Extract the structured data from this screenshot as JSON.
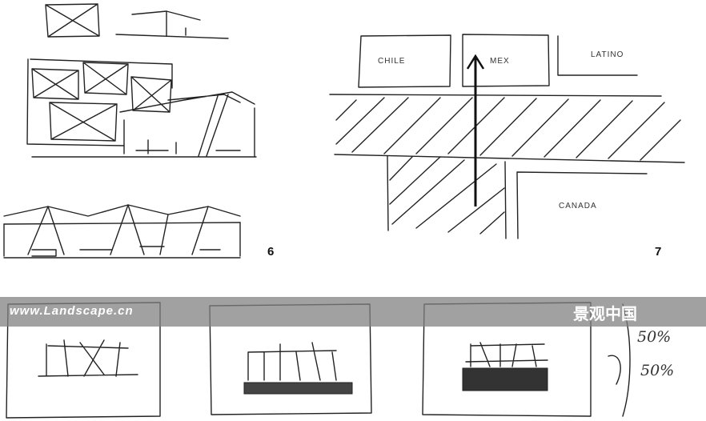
{
  "figures": [
    {
      "number": "6"
    },
    {
      "number": "7",
      "labels": [
        "CHILE",
        "MEX",
        "LATINO",
        "CANADA"
      ]
    }
  ],
  "watermark": {
    "left": "www.Landscape.cn",
    "right": "景观中国"
  },
  "annotations": {
    "upper_pct": "50%",
    "lower_pct": "50%"
  }
}
